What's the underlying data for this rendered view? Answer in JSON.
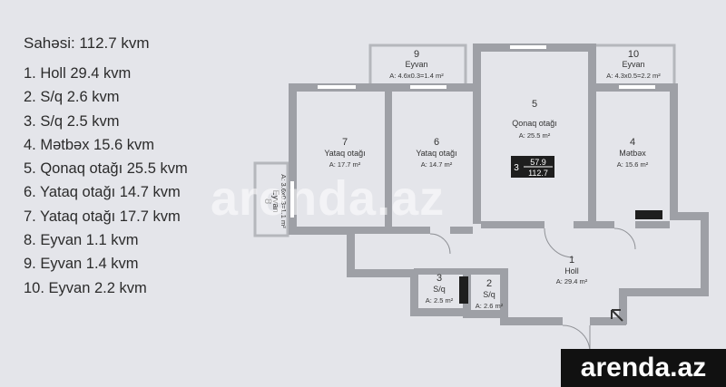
{
  "summary": {
    "total": "Sahəsi:  112.7 kvm",
    "rooms": [
      "1. Holl 29.4 kvm",
      "2. S/q 2.6 kvm",
      "3. S/q 2.5 kvm",
      "4. Mətbəx 15.6 kvm",
      "5. Qonaq otağı 25.5 kvm",
      "6. Yataq otağı 14.7 kvm",
      "7. Yataq otağı 17.7 kvm",
      "8. Eyvan  1.1 kvm",
      "9. Eyvan  1.4 kvm",
      "10. Eyvan  2.2 kvm"
    ]
  },
  "plan": {
    "rooms": [
      {
        "num": "1",
        "name": "Holl",
        "area": "A: 29.4 m²"
      },
      {
        "num": "2",
        "name": "S/q",
        "area": "A: 2.6 m²"
      },
      {
        "num": "3",
        "name": "S/q",
        "area": "A: 2.5 m²"
      },
      {
        "num": "4",
        "name": "Mətbəx",
        "area": "A: 15.6 m²"
      },
      {
        "num": "5",
        "name": "Qonaq otağı",
        "area": "A: 25.5 m²"
      },
      {
        "num": "6",
        "name": "Yataq otağı",
        "area": "A: 14.7 m²"
      },
      {
        "num": "7",
        "name": "Yataq otağı",
        "area": "A: 17.7 m²"
      },
      {
        "num": "8",
        "name": "Eyvan",
        "area": "A: 3.6x0.3=1.1 m²"
      },
      {
        "num": "9",
        "name": "Eyvan",
        "area": "A: 4.6x0.3=1.4 m²"
      },
      {
        "num": "10",
        "name": "Eyvan",
        "area": "A: 4.3x0.5=2.2 m²"
      }
    ],
    "badge": {
      "floor": "3",
      "living": "57.9",
      "total": "112.7"
    }
  },
  "watermark": "arenda.az",
  "brand": "arenda.az",
  "colors": {
    "wall": "#9ea0a6",
    "floor": "#e9e9ee",
    "background": "#e4e5ea"
  }
}
